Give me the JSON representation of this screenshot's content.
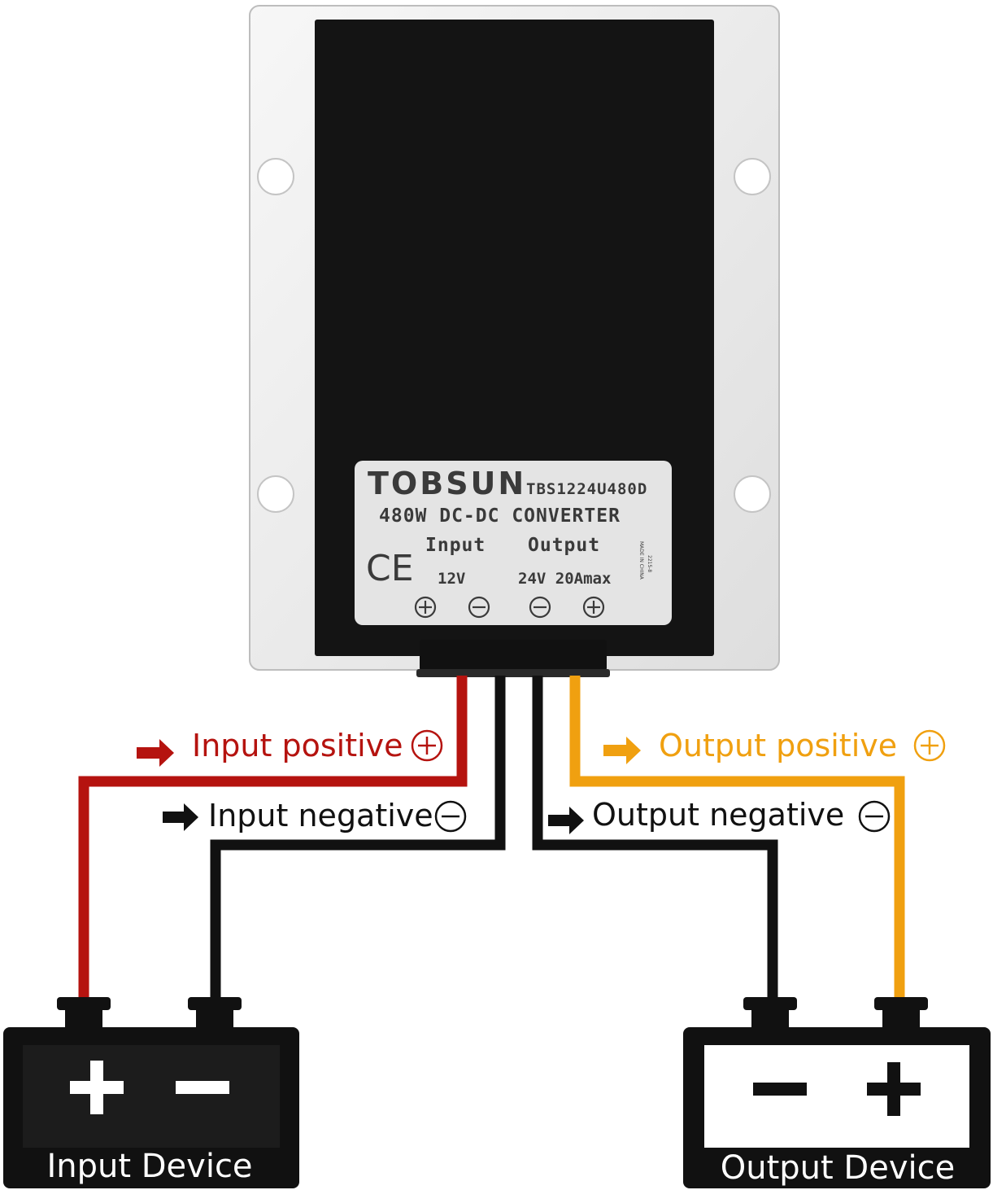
{
  "product": {
    "brand": "TOBSUN",
    "model": "TBS1224U480D",
    "description": "480W DC-DC CONVERTER",
    "input_header": "Input",
    "output_header": "Output",
    "input_spec": "12V",
    "output_spec": "24V 20Amax",
    "ce_mark": "CE",
    "side_text_1": "MADE IN CHINA",
    "side_text_2": "2215-8"
  },
  "wires": {
    "input_positive": "Input positive",
    "input_negative": "Input negative",
    "output_positive": "Output positive",
    "output_negative": "Output negative"
  },
  "devices": {
    "input": "Input Device",
    "output": "Output Device"
  },
  "colors": {
    "input_positive": "#b5130f",
    "output_positive": "#f0a010",
    "negative": "#111111",
    "case": "#eeeeee",
    "panel": "#141414",
    "label_plate": "#e4e4e4"
  }
}
